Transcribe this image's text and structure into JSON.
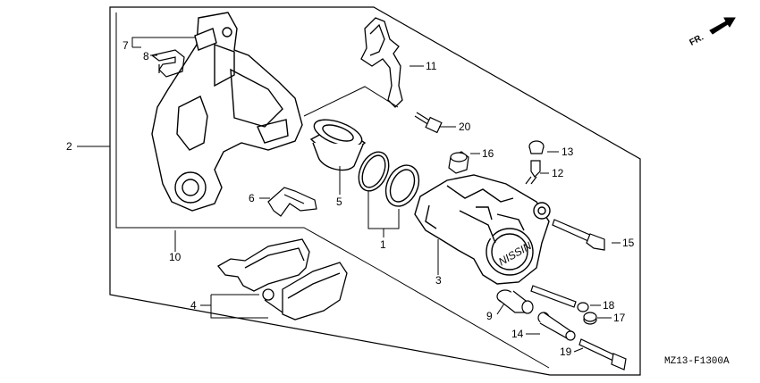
{
  "diagram": {
    "drawing_code": "MZ13-F1300A",
    "direction_label": "FR.",
    "callouts": {
      "c1": "1",
      "c2": "2",
      "c3": "3",
      "c4": "4",
      "c5": "5",
      "c6": "6",
      "c7": "7",
      "c8": "8",
      "c9": "9",
      "c10": "10",
      "c11": "11",
      "c12": "12",
      "c13": "13",
      "c14": "14",
      "c15": "15",
      "c16": "16",
      "c17": "17",
      "c18": "18",
      "c19": "19",
      "c20": "20"
    },
    "caliper_logo": "NISSIN"
  }
}
